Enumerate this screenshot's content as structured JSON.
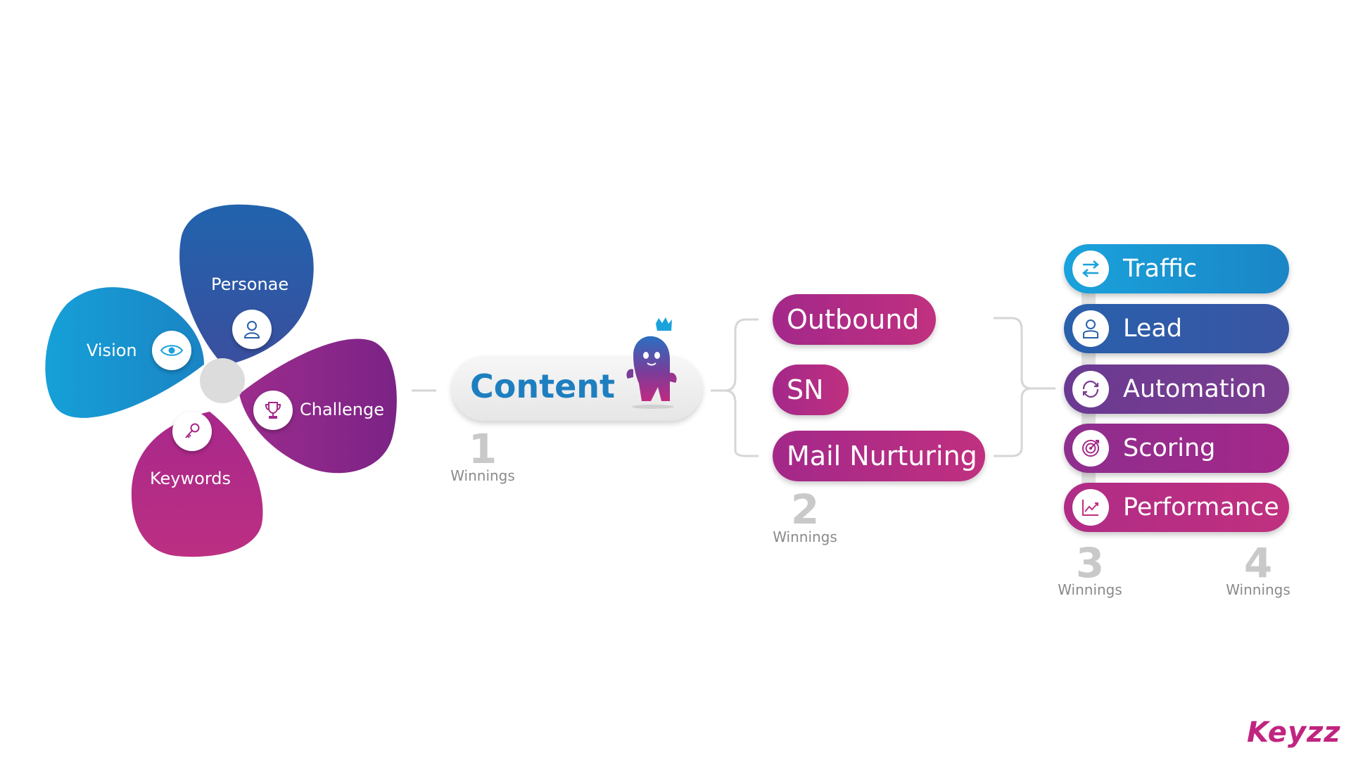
{
  "colors": {
    "cyan": "#1aa2dc",
    "blue": "#2860ac",
    "purple": "#7a3d8f",
    "magenta": "#a3288a",
    "pink": "#c0307f",
    "grey_text": "#8a8a8a",
    "content_text": "#1e7fc0"
  },
  "petals": {
    "personae": {
      "label": "Personae",
      "icon": "person-icon"
    },
    "vision": {
      "label": "Vision",
      "icon": "eye-icon"
    },
    "challenge": {
      "label": "Challenge",
      "icon": "trophy-icon"
    },
    "keywords": {
      "label": "Keywords",
      "icon": "key-icon"
    }
  },
  "content": {
    "label": "Content",
    "mascot": "crowned-mascot"
  },
  "stages": [
    {
      "number": "1",
      "label": "Winnings"
    },
    {
      "number": "2",
      "label": "Winnings"
    },
    {
      "number": "3",
      "label": "Winnings"
    },
    {
      "number": "4",
      "label": "Winnings"
    }
  ],
  "channels": [
    {
      "label": "Outbound"
    },
    {
      "label": "SN"
    },
    {
      "label": "Mail Nurturing"
    }
  ],
  "results": [
    {
      "label": "Traffic",
      "icon": "arrows-exchange-icon"
    },
    {
      "label": "Lead",
      "icon": "person-icon"
    },
    {
      "label": "Automation",
      "icon": "refresh-icon"
    },
    {
      "label": "Scoring",
      "icon": "target-icon"
    },
    {
      "label": "Performance",
      "icon": "chart-icon"
    }
  ],
  "logo": {
    "text": "Keyzz"
  }
}
